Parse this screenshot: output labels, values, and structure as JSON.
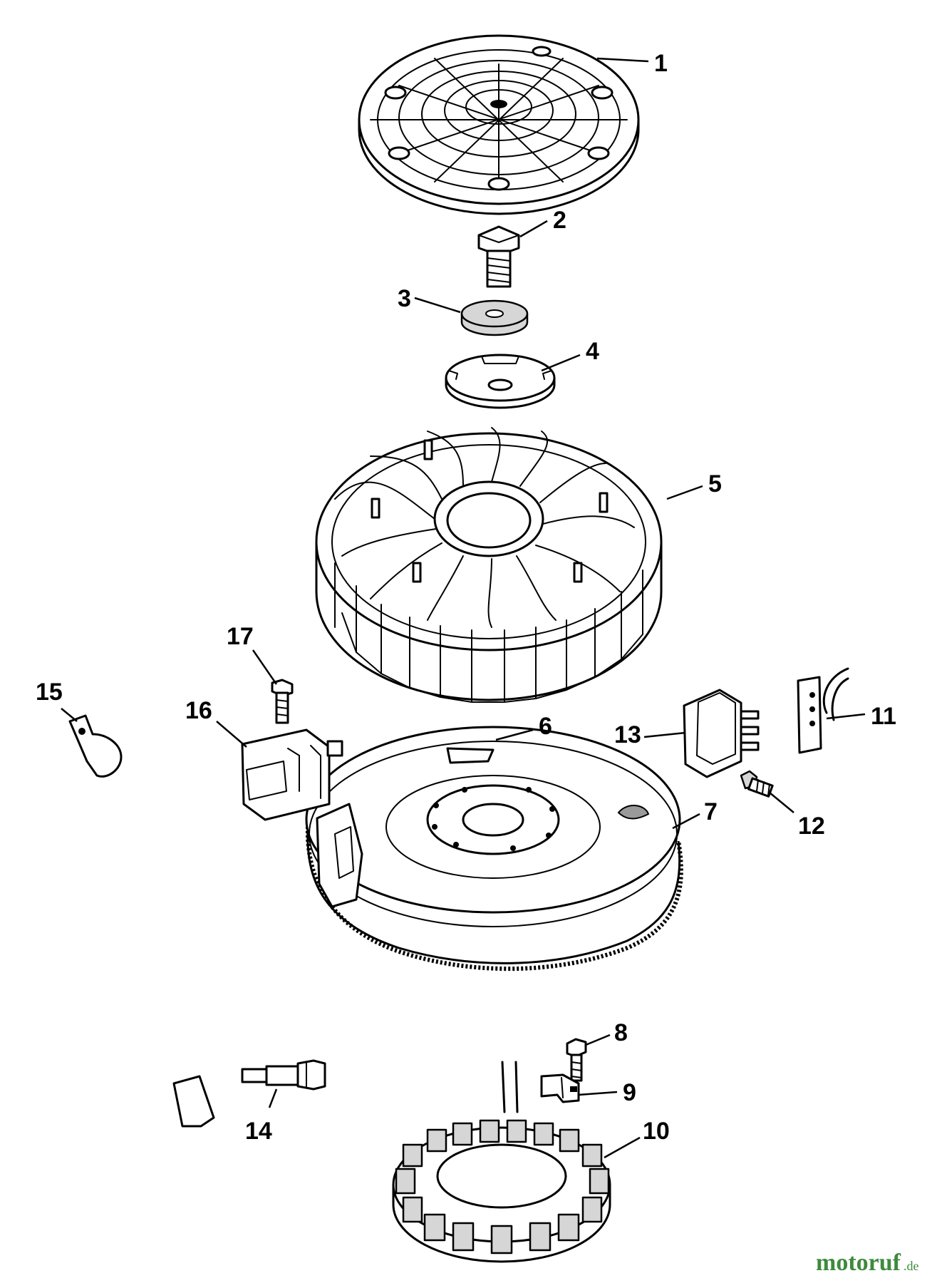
{
  "callouts": [
    "1",
    "2",
    "3",
    "4",
    "5",
    "6",
    "7",
    "8",
    "9",
    "10",
    "11",
    "12",
    "13",
    "14",
    "15",
    "16",
    "17"
  ],
  "watermark": {
    "text": "motoruf",
    "suffix": ".de",
    "color": "#3d8a3d"
  }
}
